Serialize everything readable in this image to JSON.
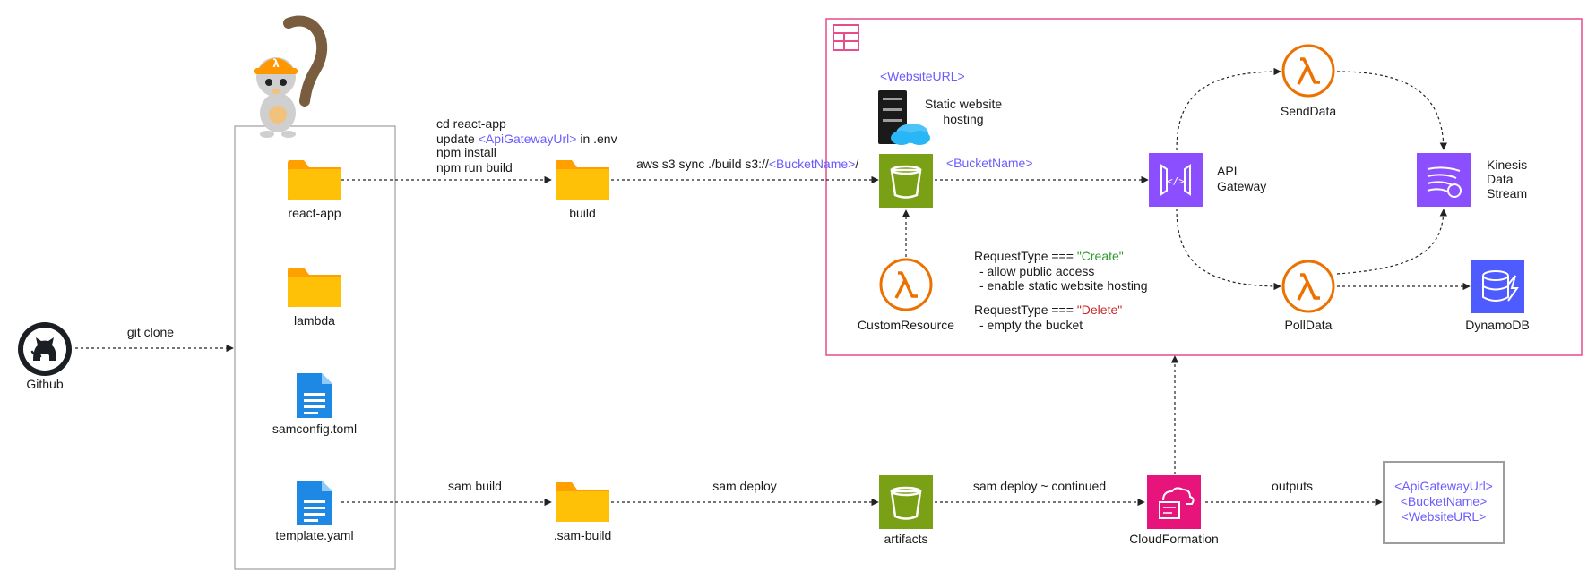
{
  "colors": {
    "accent_text": "#6b5cff",
    "create_text": "#2e9a2e",
    "delete_text": "#c62828",
    "region_border": "#e64d8a",
    "s3_green": "#7aa116",
    "lambda_orange": "#ed7100",
    "api_purple": "#8c4fff",
    "cfn_pink": "#e7157b",
    "ddb_blue": "#4d5bff",
    "folder_yellow": "#ffc107",
    "doc_blue": "#1e88e5",
    "outputs_border": "#9e9e9e",
    "repo_border": "#9e9e9e"
  },
  "nodes": {
    "github": {
      "label": "Github",
      "icon": "github-icon"
    },
    "react_app": {
      "label": "react-app",
      "icon": "folder-icon"
    },
    "lambda": {
      "label": "lambda",
      "icon": "folder-icon"
    },
    "samconfig": {
      "label": "samconfig.toml",
      "icon": "document-icon"
    },
    "template": {
      "label": "template.yaml",
      "icon": "document-icon"
    },
    "build": {
      "label": "build",
      "icon": "folder-icon"
    },
    "sam_build": {
      "label": ".sam-build",
      "icon": "folder-icon"
    },
    "artifacts": {
      "label": "artifacts",
      "icon": "s3-bucket-icon"
    },
    "cloudformation": {
      "label": "CloudFormation",
      "icon": "cloudformation-icon"
    },
    "website_bucket": {
      "label": "",
      "icon": "s3-bucket-icon"
    },
    "custom_resource": {
      "label": "CustomResource",
      "icon": "lambda-icon"
    },
    "api_gateway": {
      "label_lines": [
        "API",
        "Gateway"
      ],
      "icon": "api-gateway-icon"
    },
    "send_data": {
      "label": "SendData",
      "icon": "lambda-icon"
    },
    "poll_data": {
      "label": "PollData",
      "icon": "lambda-icon"
    },
    "kinesis": {
      "label_lines": [
        "Kinesis",
        "Data",
        "Stream"
      ],
      "icon": "kinesis-icon"
    },
    "dynamodb": {
      "label": "DynamoDB",
      "icon": "dynamodb-icon"
    },
    "static_hosting": {
      "label_lines": [
        "Static website",
        "hosting"
      ],
      "icon": "server-cloud-icon"
    },
    "region_icon": {
      "icon": "aws-group-icon"
    },
    "mascot": {
      "icon": "squirrel-mascot-icon"
    }
  },
  "text": {
    "website_url": "<WebsiteURL>",
    "bucket_name_label": "<BucketName>",
    "react_cmds": {
      "line1": "cd react-app",
      "line2_prefix": "update ",
      "line2_var": "<ApiGatewayUrl>",
      "line2_suffix": " in .env",
      "line3": "npm install",
      "line4": "npm run build"
    },
    "s3_sync_prefix": "aws s3 sync ./build s3://",
    "s3_sync_var": "<BucketName>",
    "s3_sync_suffix": "/",
    "git_clone": "git clone",
    "sam_build": "sam build",
    "sam_deploy": "sam deploy",
    "sam_deploy_continued": "sam deploy ~ continued",
    "outputs": "outputs",
    "request_create_prefix": "RequestType === ",
    "request_create_value": "\"Create\"",
    "create_step1": "- allow public access",
    "create_step2": "- enable static website hosting",
    "request_delete_prefix": "RequestType === ",
    "request_delete_value": "\"Delete\"",
    "delete_step1": "- empty the bucket",
    "outputs_box": [
      "<ApiGatewayUrl>",
      "<BucketName>",
      "<WebsiteURL>"
    ]
  }
}
